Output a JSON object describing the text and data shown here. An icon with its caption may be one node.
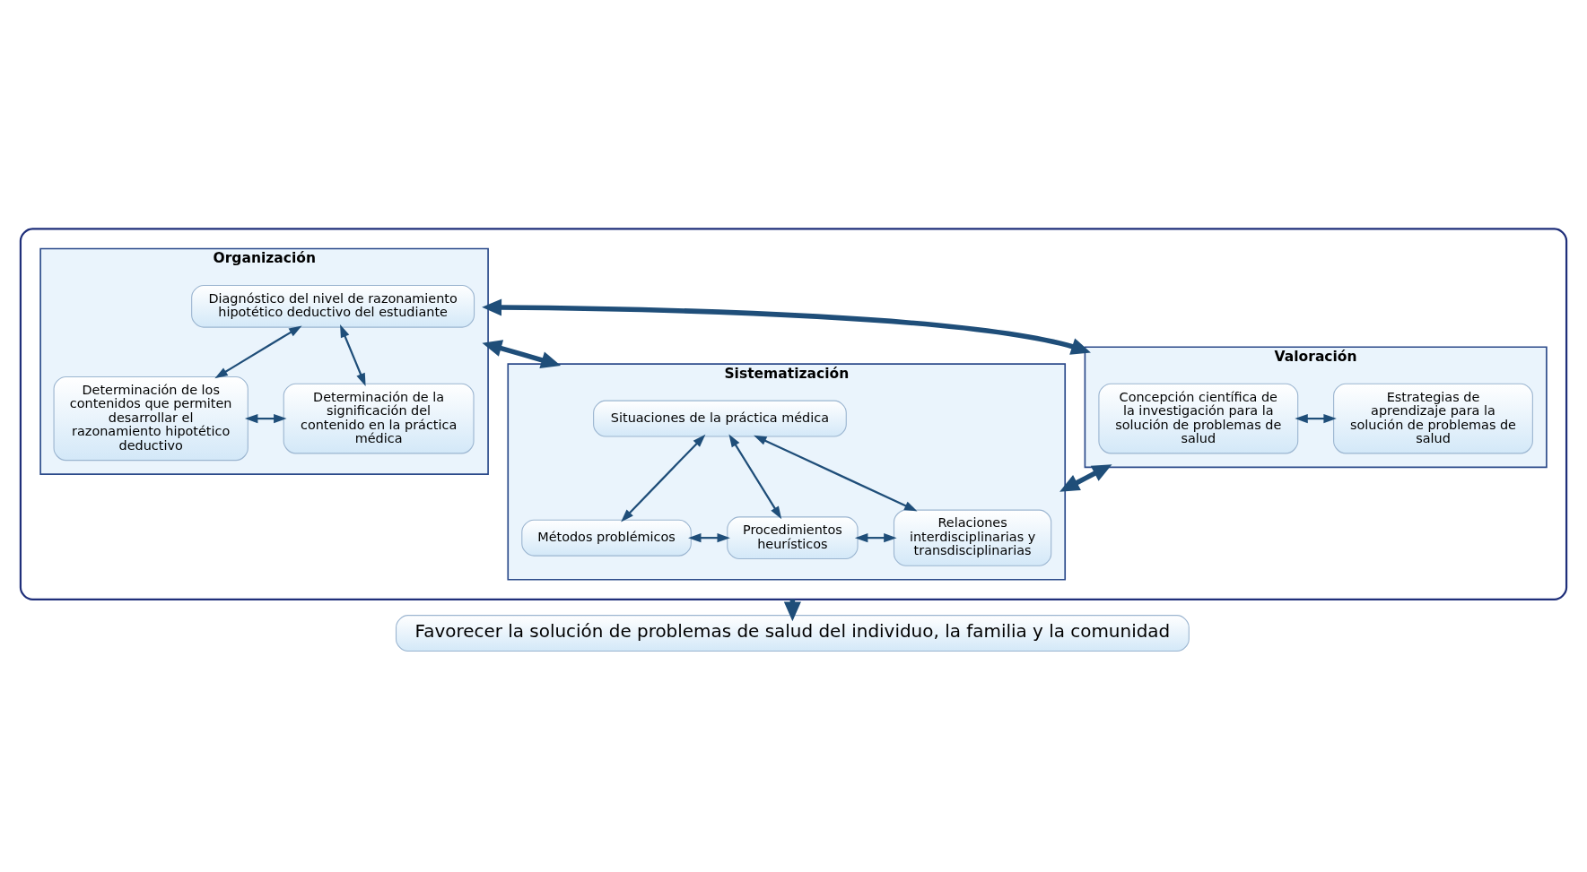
{
  "diagram": {
    "nodes": [
      {
        "text": [],
        "shape": "box"
      },
      {
        "text": [
          "Organización"
        ],
        "in": 0
      },
      {
        "text": [
          "Diagnóstico del nivel de razonamiento hipotético deductivo del estudiante"
        ],
        "in": 1
      },
      {
        "text": [
          "Determinación de los contenidos que permiten desarrollar el razonamiento hipotético deductivo"
        ],
        "in": 1
      },
      {
        "text": [
          "Determinación de la significación del contenido en la práctica médica"
        ],
        "in": 1
      },
      {
        "text": [
          "Sistematización"
        ],
        "in": 0
      },
      {
        "text": [
          "Situaciones de la práctica médica"
        ],
        "in": 5
      },
      {
        "text": [
          "Métodos problémicos"
        ],
        "in": 5
      },
      {
        "text": [
          "Procedimientos heurísticos"
        ],
        "in": 5
      },
      {
        "text": [
          "Relaciones interdisciplinarias y transdisciplinarias"
        ],
        "in": 5
      },
      {
        "text": [
          "Valoración"
        ],
        "in": 0
      },
      {
        "text": [
          "Concepción científica de la investigación para la solución de problemas de salud"
        ],
        "in": 10
      },
      {
        "text": [
          "Estrategias de aprendizaje para la solución de problemas de salud"
        ],
        "in": 10
      },
      {
        "text": [
          "Favorecer la solución de problemas de salud del individuo, la familia y la comunidad"
        ]
      }
    ],
    "edges": [
      {
        "from": 2,
        "to": 3,
        "arrow": "both"
      },
      {
        "from": 2,
        "to": 4,
        "arrow": "both"
      },
      {
        "from": 3,
        "to": 4,
        "arrow": "both"
      },
      {
        "from": 1,
        "to": 5,
        "arrow": "both",
        "style": "thick"
      },
      {
        "from": 1,
        "to": 10,
        "arrow": "both",
        "style": "thick"
      },
      {
        "from": 5,
        "to": 10,
        "arrow": "both",
        "style": "thick"
      },
      {
        "from": 6,
        "to": 7,
        "arrow": "both"
      },
      {
        "from": 6,
        "to": 8,
        "arrow": "both"
      },
      {
        "from": 6,
        "to": 9,
        "arrow": "both"
      },
      {
        "from": 7,
        "to": 8,
        "arrow": "both"
      },
      {
        "from": 8,
        "to": 9,
        "arrow": "both"
      },
      {
        "from": 11,
        "to": 12,
        "arrow": "both"
      },
      {
        "from": 0,
        "to": 13,
        "arrow": "to",
        "style": "thick"
      }
    ]
  }
}
